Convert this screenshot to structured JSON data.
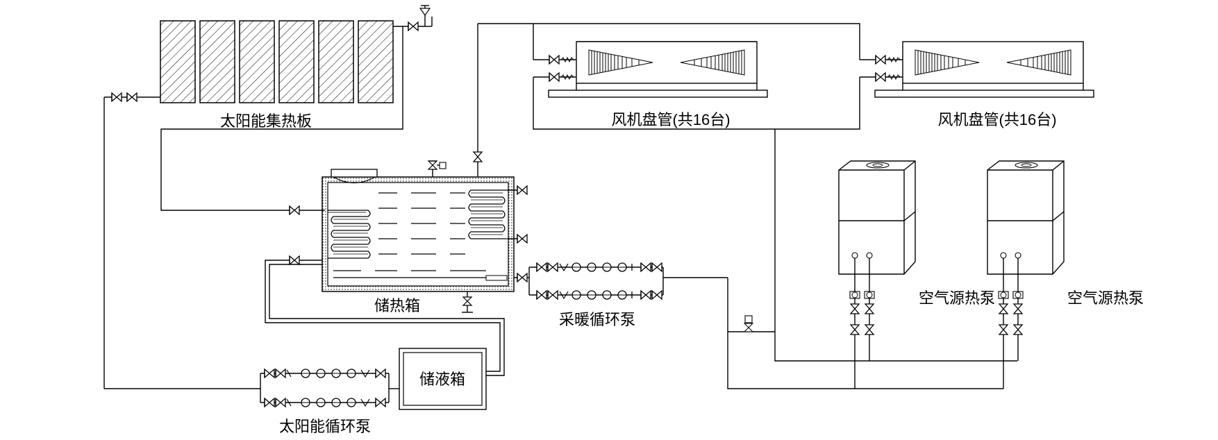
{
  "labels": {
    "solar_panel": "太阳能集热板",
    "fan_coil_1": "风机盘管(共16台)",
    "fan_coil_2": "风机盘管(共16台)",
    "storage_tank": "储热箱",
    "heating_pump": "采暖循环泵",
    "heat_pump_1": "空气源热泵",
    "heat_pump_2": "空气源热泵",
    "liquid_tank": "储液箱",
    "solar_pump": "太阳能循环泵"
  }
}
